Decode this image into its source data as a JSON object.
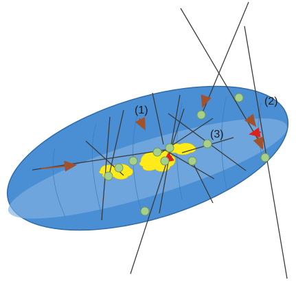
{
  "labels": {
    "label_1": "(1)",
    "label_2": "(2)",
    "label_3": "(3)"
  },
  "colors": {
    "ellipse_fill": "#4a8fd4",
    "ellipse_stroke": "#2f6aa8",
    "inner_band_fill": "#7fb0e0",
    "yellow_regions": "#ffeb1a",
    "green_points": "#a8d08d",
    "green_points_stroke": "#6f9a55",
    "lines": "#3a3a3a",
    "arrows_brown": "#a0522d",
    "arrows_red": "#e0201a"
  }
}
